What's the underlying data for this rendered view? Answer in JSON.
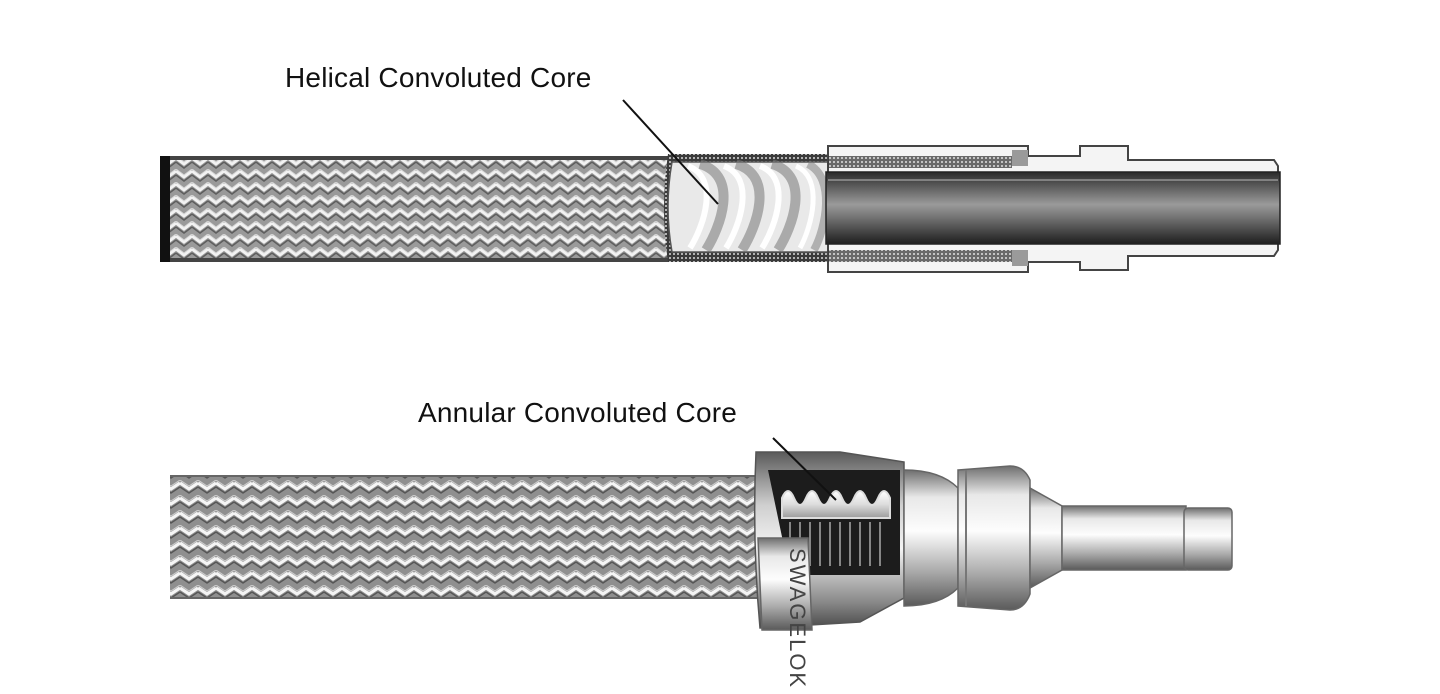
{
  "figure": {
    "helical": {
      "label": "Helical Convoluted Core"
    },
    "annular": {
      "label": "Annular Convoluted Core",
      "fitting_marking": "SWAGELOK"
    }
  }
}
